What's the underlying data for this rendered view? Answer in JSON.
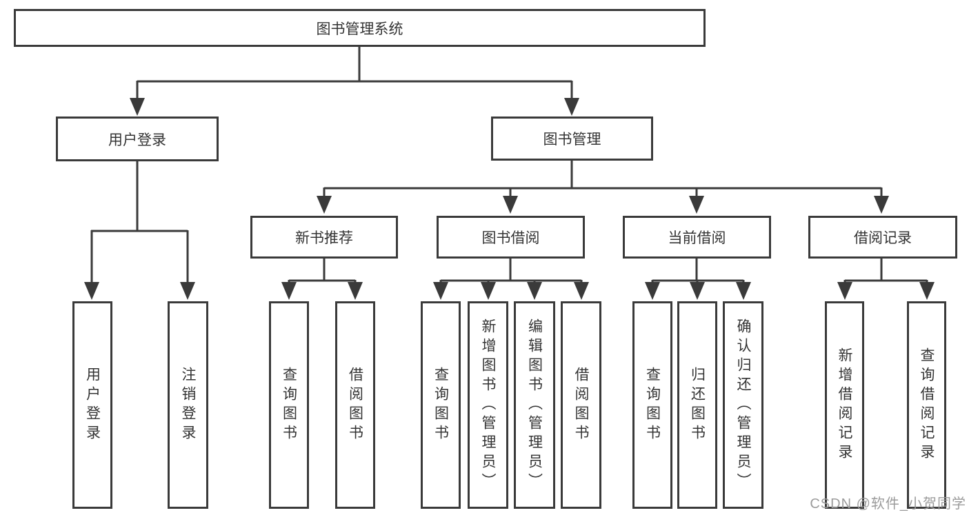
{
  "tree": {
    "label": "图书管理系统",
    "children": [
      {
        "label": "用户登录",
        "children": [
          {
            "label": "用户登录"
          },
          {
            "label": "注销登录"
          }
        ]
      },
      {
        "label": "图书管理",
        "children": [
          {
            "label": "新书推荐",
            "children": [
              {
                "label": "查询图书"
              },
              {
                "label": "借阅图书"
              }
            ]
          },
          {
            "label": "图书借阅",
            "children": [
              {
                "label": "查询图书"
              },
              {
                "label": "新增图书（管理员）"
              },
              {
                "label": "编辑图书（管理员）"
              },
              {
                "label": "借阅图书"
              }
            ]
          },
          {
            "label": "当前借阅",
            "children": [
              {
                "label": "查询图书"
              },
              {
                "label": "归还图书"
              },
              {
                "label": "确认归还（管理员）"
              }
            ]
          },
          {
            "label": "借阅记录",
            "children": [
              {
                "label": "新增借阅记录"
              },
              {
                "label": "查询借阅记录"
              }
            ]
          }
        ]
      }
    ]
  },
  "watermark": {
    "text": "CSDN @软件_小贺同学"
  },
  "colors": {
    "line": "#3a3a3a",
    "node_border": "#3a3a3a",
    "node_text": "#333333",
    "watermark": "#9b9b9b",
    "background": "#ffffff"
  }
}
